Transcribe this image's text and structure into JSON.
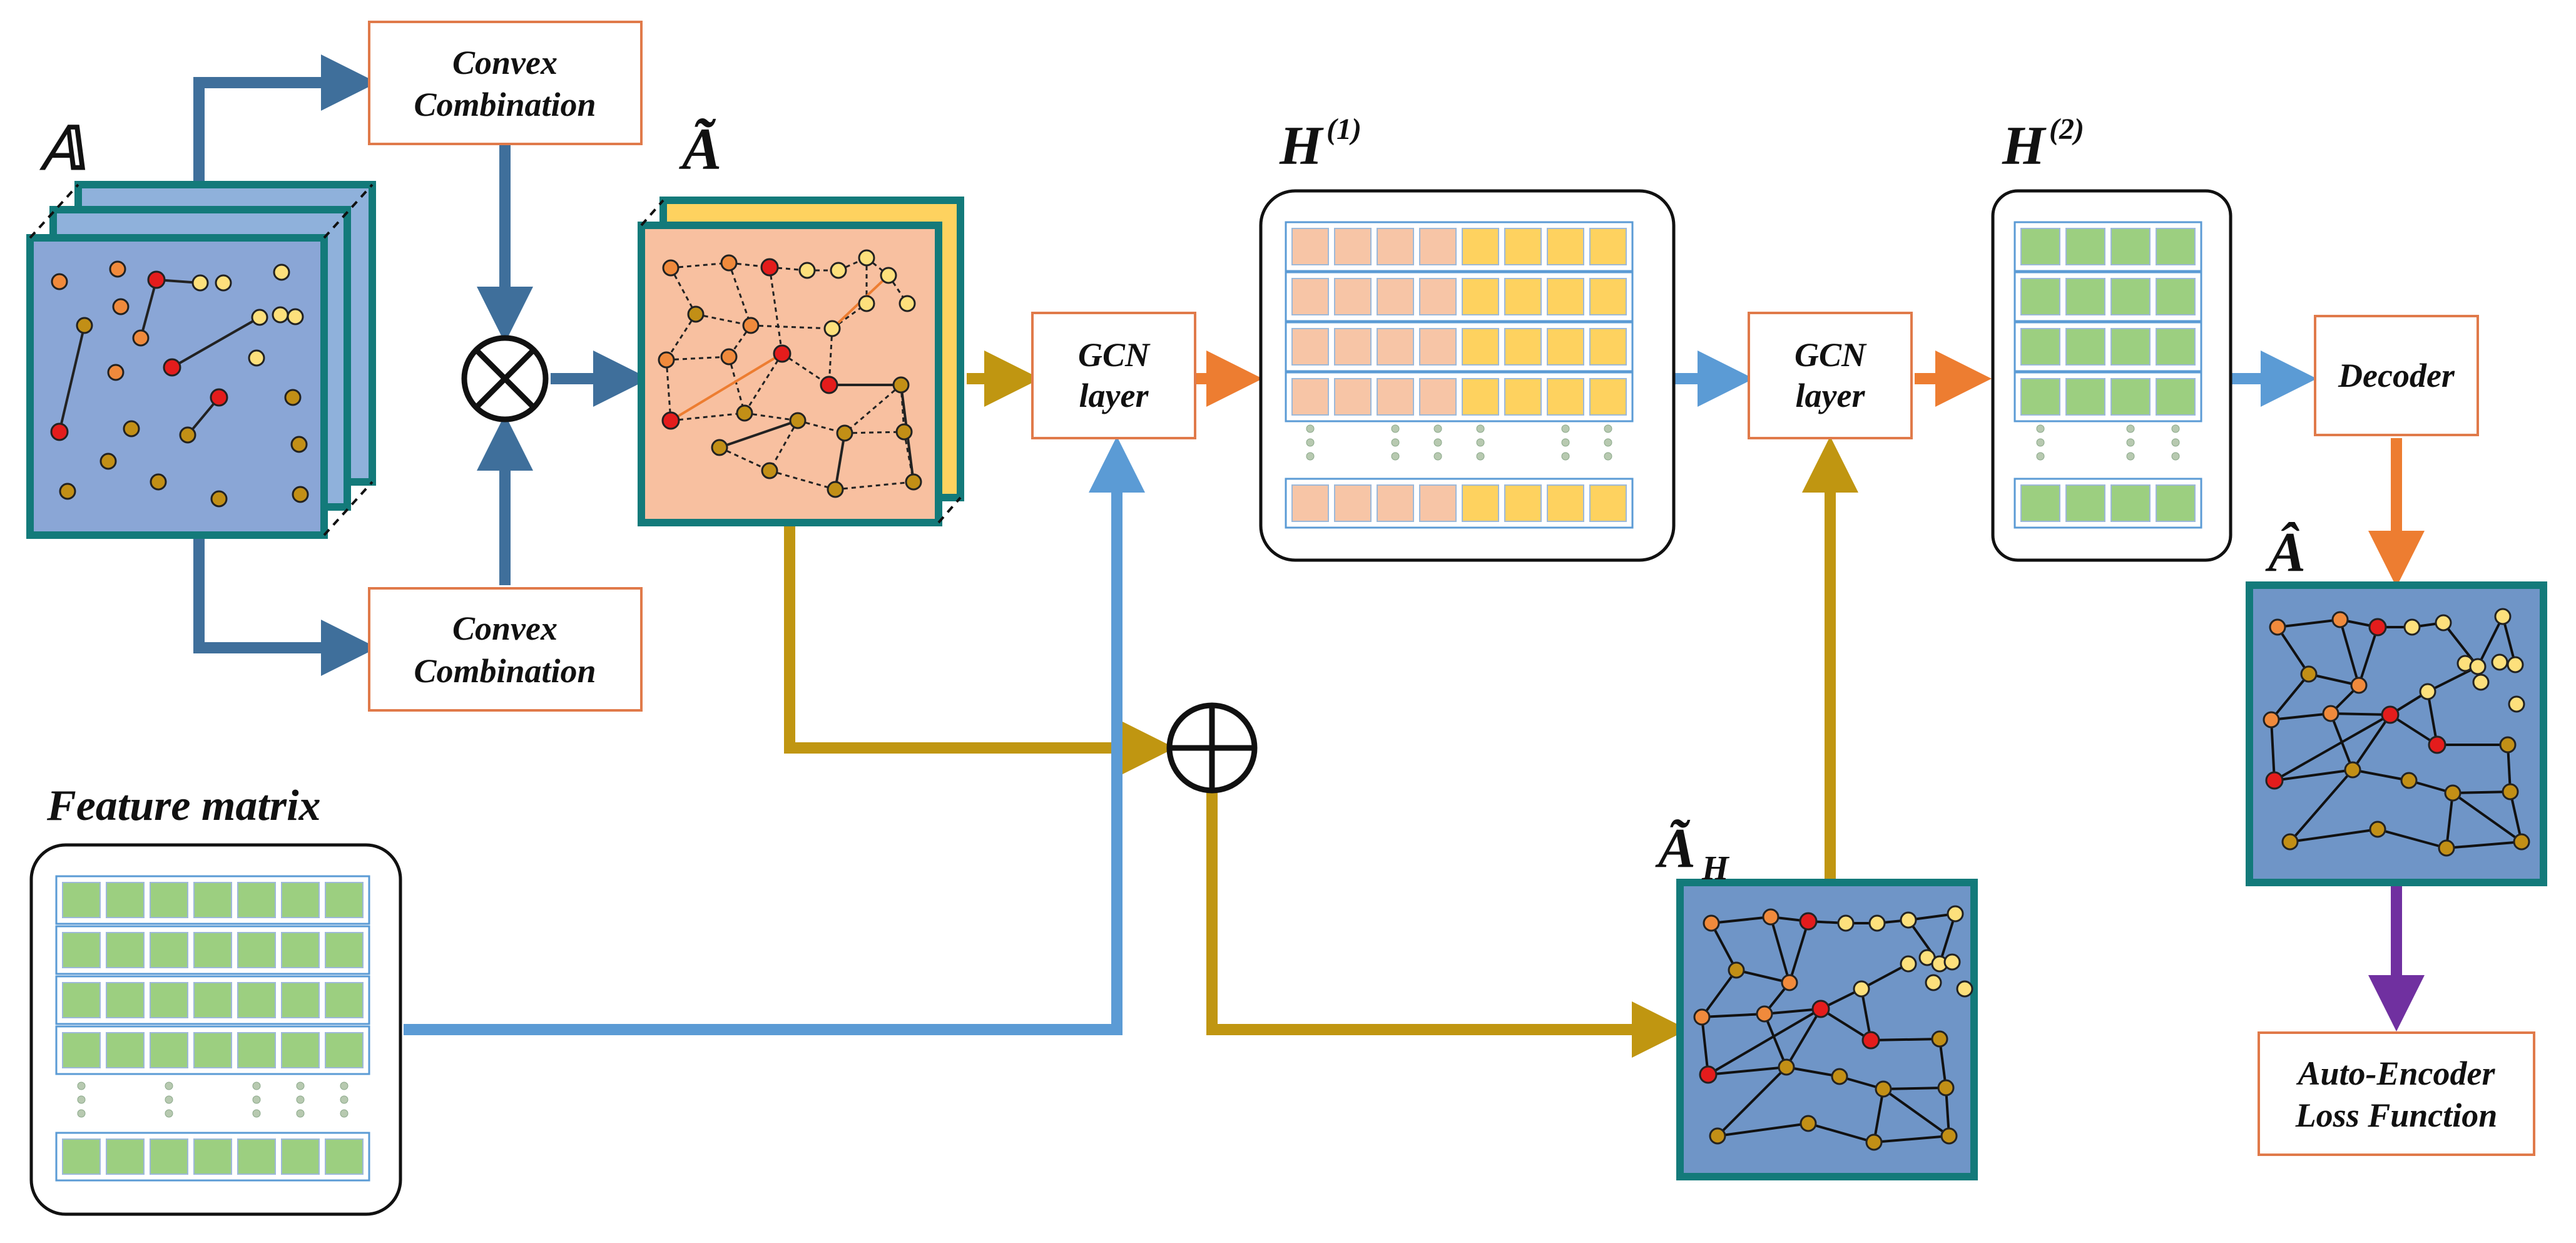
{
  "labels": {
    "tensor_A": "𝔸",
    "A_tilde": "Ã",
    "H1_base": "H",
    "H1_sup": "(1)",
    "H2_base": "H",
    "H2_sup": "(2)",
    "A_hat": "Â",
    "A_tilde_H_base": "Ã",
    "A_tilde_H_sub": "H",
    "feature_matrix": "Feature matrix"
  },
  "boxes": {
    "convex_top_line1": "Convex",
    "convex_top_line2": "Combination",
    "convex_bottom_line1": "Convex",
    "convex_bottom_line2": "Combination",
    "gcn1_line1": "GCN",
    "gcn1_line2": "layer",
    "gcn2_line1": "GCN",
    "gcn2_line2": "layer",
    "decoder": "Decoder",
    "loss_line1": "Auto-Encoder",
    "loss_line2": "Loss Function"
  },
  "operators": {
    "multiply": "⊗",
    "add": "⊕"
  },
  "colors": {
    "box_border": "#e07a4a",
    "graph_border": "#137a7a",
    "arrow_steelblue": "#3f6f9b",
    "arrow_gold": "#c09611",
    "arrow_orange": "#ed7d31",
    "arrow_lightblue": "#5b9bd5",
    "arrow_purple": "#7030a0",
    "graph_blue_bg": "#6f95c7",
    "graph_peach_bg": "#f8c0a0",
    "cell_peach": "#f7c5a6",
    "cell_yellow": "#fed25f",
    "cell_green": "#9ccf80",
    "node_red": "#e41c1c",
    "node_orange": "#f08a3c",
    "node_yellow": "#fde07c",
    "node_gold": "#c28f16"
  }
}
